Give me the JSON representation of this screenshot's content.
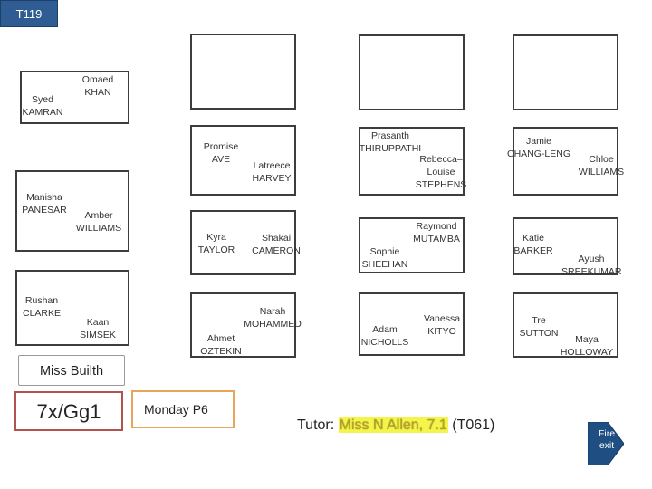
{
  "room": "T119",
  "students": {
    "syed": "Syed\nKAMRAN",
    "omaed": "Omaed\nKHAN",
    "manisha": "Manisha\nPANESAR",
    "amber": "Amber\nWILLIAMS",
    "rushan": "Rushan\nCLARKE",
    "kaan": "Kaan\nSIMSEK",
    "promise": "Promise\nAVE",
    "latreece": "Latreece\nHARVEY",
    "kyra": "Kyra\nTAYLOR",
    "shakai": "Shakai\nCAMERON",
    "narah": "Narah\nMOHAMMED",
    "ahmet": "Ahmet\nOZTEKIN",
    "prasanth": "Prasanth\nTHIRUPPATHI",
    "rebecca": "Rebecca–\nLouise\nSTEPHENS",
    "raymond": "Raymond\nMUTAMBA",
    "sophie": "Sophie\nSHEEHAN",
    "vanessa": "Vanessa\nKITYO",
    "adam": "Adam\nNICHOLLS",
    "jamie": "Jamie\nCHANG-LENG",
    "chloe": "Chloe\nWILLIAMS",
    "katie": "Katie\nBARKER",
    "ayush": "Ayush\nSREEKUMAR",
    "tre": "Tre\nSUTTON",
    "maya": "Maya\nHOLLOWAY"
  },
  "teacher": "Miss Builth",
  "group": "7x/Gg1",
  "period": "Monday P6",
  "tutor": {
    "label": "Tutor: ",
    "name": "Miss N Allen, 7.1",
    "room": " (T061)"
  },
  "fire_exit": "Fire\nexit",
  "colors": {
    "room_tag": "#2f5d93",
    "group_border": "#b0524d",
    "period_border": "#e8a45a",
    "tutor_highlight": "#f3f54a",
    "fire_exit": "#1f4e82"
  }
}
